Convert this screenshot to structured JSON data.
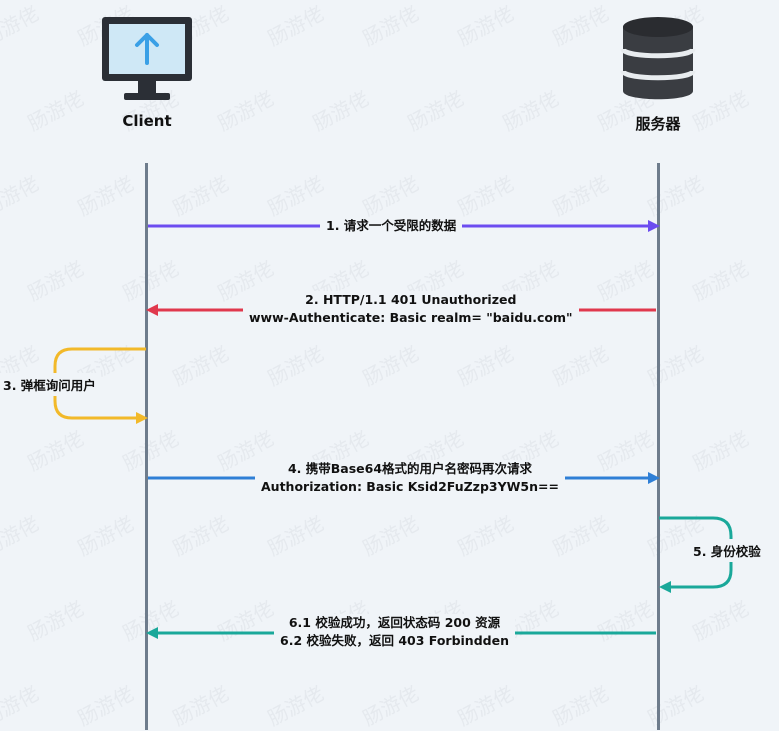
{
  "watermark": "肠游佬",
  "actors": {
    "client": {
      "label": "Client",
      "icon": "monitor-upload-icon"
    },
    "server": {
      "label": "服务器",
      "icon": "database-icon"
    }
  },
  "messages": [
    {
      "id": "m1",
      "lines": [
        "1. 请求一个受限的数据"
      ],
      "direction": "client-to-server",
      "color": "#6c4cf0"
    },
    {
      "id": "m2",
      "lines": [
        "2. HTTP/1.1 401 Unauthorized",
        "www-Authenticate: Basic realm= \"baidu.com\""
      ],
      "direction": "server-to-client",
      "color": "#e0384d"
    },
    {
      "id": "m3",
      "lines": [
        "3. 弹框询问用户"
      ],
      "direction": "self-client",
      "color": "#f2b92a"
    },
    {
      "id": "m4",
      "lines": [
        "4. 携带Base64格式的用户名密码再次请求",
        "Authorization: Basic Ksid2FuZzp3YW5n=="
      ],
      "direction": "client-to-server",
      "color": "#2f7fd6"
    },
    {
      "id": "m5",
      "lines": [
        "5. 身份校验"
      ],
      "direction": "self-server",
      "color": "#1aa89a"
    },
    {
      "id": "m6",
      "lines": [
        "6.1 校验成功，返回状态码 200 资源",
        "6.2 校验失败，返回 403 Forbindden"
      ],
      "direction": "server-to-client",
      "color": "#1aa89a"
    }
  ]
}
